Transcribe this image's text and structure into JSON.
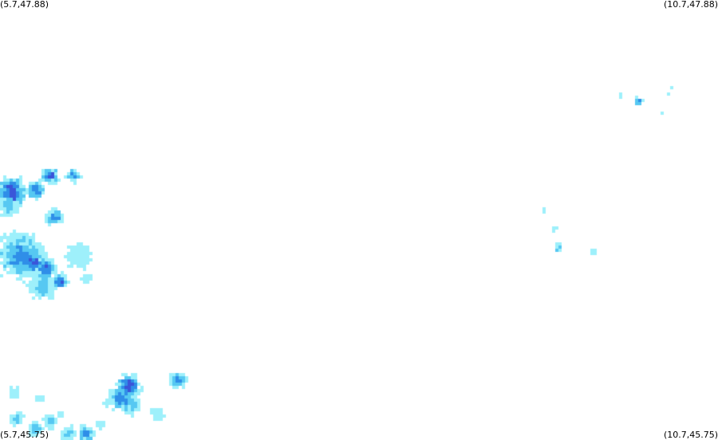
{
  "corners": {
    "top_left": "(5.7,47.88)",
    "top_right": "(10.7,47.88)",
    "bottom_left": "(5.7,45.75)",
    "bottom_right": "(10.7,45.75)"
  },
  "bounds": {
    "lon_min": 5.7,
    "lon_max": 10.7,
    "lat_min": 45.75,
    "lat_max": 47.88
  },
  "colors": {
    "background": "#ffffff",
    "light": "#9ef0fb",
    "medium": "#56c8f2",
    "strong": "#2f8ee8",
    "heavy": "#3a55d9",
    "extreme": "#b81fd0"
  },
  "cells": [
    {
      "lon": 5.78,
      "lat": 46.95,
      "r": 0.11,
      "intensity": 4
    },
    {
      "lon": 5.76,
      "lat": 46.88,
      "r": 0.07,
      "intensity": 2
    },
    {
      "lon": 5.95,
      "lat": 46.96,
      "r": 0.07,
      "intensity": 3
    },
    {
      "lon": 6.05,
      "lat": 47.03,
      "r": 0.06,
      "intensity": 4
    },
    {
      "lon": 6.21,
      "lat": 47.03,
      "r": 0.05,
      "intensity": 3
    },
    {
      "lon": 6.08,
      "lat": 46.83,
      "r": 0.06,
      "intensity": 3
    },
    {
      "lon": 5.85,
      "lat": 46.64,
      "r": 0.16,
      "intensity": 3
    },
    {
      "lon": 5.93,
      "lat": 46.61,
      "r": 0.08,
      "intensity": 4
    },
    {
      "lon": 6.02,
      "lat": 46.58,
      "r": 0.07,
      "intensity": 4
    },
    {
      "lon": 6.12,
      "lat": 46.52,
      "r": 0.05,
      "intensity": 4
    },
    {
      "lon": 6.25,
      "lat": 46.64,
      "r": 0.09,
      "intensity": 1
    },
    {
      "lon": 6.0,
      "lat": 46.5,
      "r": 0.1,
      "intensity": 2
    },
    {
      "lon": 6.3,
      "lat": 46.53,
      "r": 0.04,
      "intensity": 1
    },
    {
      "lon": 5.8,
      "lat": 46.72,
      "r": 0.06,
      "intensity": 1
    },
    {
      "lon": 6.6,
      "lat": 46.01,
      "r": 0.08,
      "intensity": 4
    },
    {
      "lon": 6.55,
      "lat": 45.95,
      "r": 0.09,
      "intensity": 3
    },
    {
      "lon": 6.62,
      "lat": 45.92,
      "r": 0.07,
      "intensity": 2
    },
    {
      "lon": 6.94,
      "lat": 46.04,
      "r": 0.06,
      "intensity": 3
    },
    {
      "lon": 6.8,
      "lat": 45.88,
      "r": 0.05,
      "intensity": 1
    },
    {
      "lon": 6.4,
      "lat": 45.82,
      "r": 0.04,
      "intensity": 1
    },
    {
      "lon": 6.3,
      "lat": 45.78,
      "r": 0.06,
      "intensity": 3
    },
    {
      "lon": 6.18,
      "lat": 45.78,
      "r": 0.05,
      "intensity": 2
    },
    {
      "lon": 6.05,
      "lat": 45.84,
      "r": 0.05,
      "intensity": 2
    },
    {
      "lon": 5.95,
      "lat": 45.8,
      "r": 0.05,
      "intensity": 2
    },
    {
      "lon": 5.82,
      "lat": 45.85,
      "r": 0.05,
      "intensity": 2
    },
    {
      "lon": 5.8,
      "lat": 45.98,
      "r": 0.04,
      "intensity": 1
    },
    {
      "lon": 5.98,
      "lat": 45.95,
      "r": 0.03,
      "intensity": 1
    },
    {
      "lon": 6.12,
      "lat": 45.87,
      "r": 0.03,
      "intensity": 1
    },
    {
      "lon": 6.45,
      "lat": 45.93,
      "r": 0.03,
      "intensity": 1
    },
    {
      "lon": 10.15,
      "lat": 47.39,
      "r": 0.03,
      "intensity": 4
    },
    {
      "lon": 10.38,
      "lat": 47.46,
      "r": 0.015,
      "intensity": 1
    },
    {
      "lon": 10.36,
      "lat": 47.43,
      "r": 0.015,
      "intensity": 1
    },
    {
      "lon": 9.59,
      "lat": 46.68,
      "r": 0.03,
      "intensity": 2
    },
    {
      "lon": 9.56,
      "lat": 46.77,
      "r": 0.02,
      "intensity": 1
    },
    {
      "lon": 9.83,
      "lat": 46.66,
      "r": 0.02,
      "intensity": 1
    },
    {
      "lon": 10.02,
      "lat": 47.42,
      "r": 0.008,
      "intensity": 1
    },
    {
      "lon": 10.31,
      "lat": 47.33,
      "r": 0.008,
      "intensity": 1
    },
    {
      "lon": 9.49,
      "lat": 46.86,
      "r": 0.008,
      "intensity": 1
    }
  ]
}
